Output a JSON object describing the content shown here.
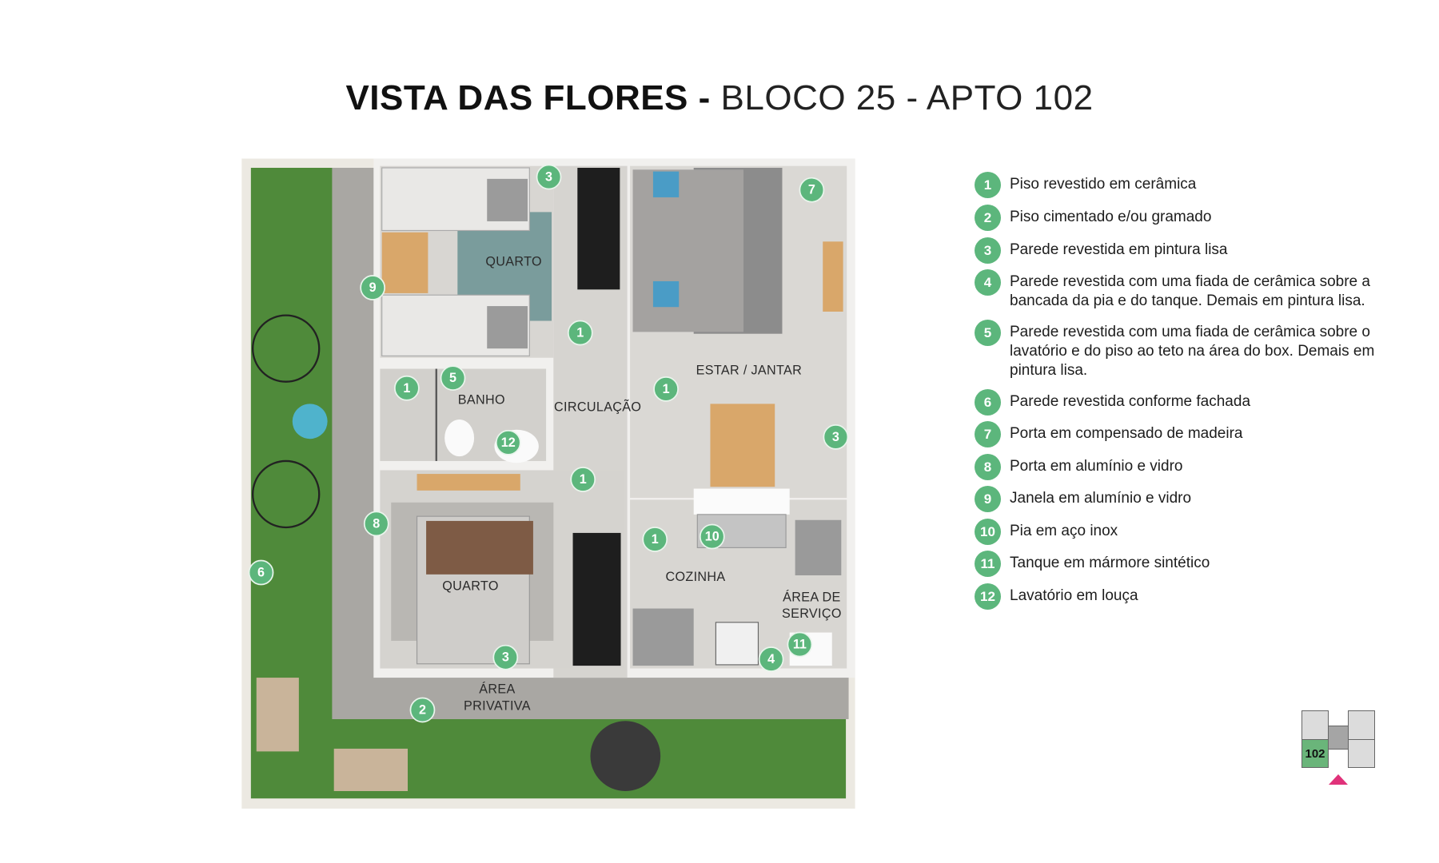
{
  "title": {
    "bold": "VISTA DAS FLORES -",
    "light": " BLOCO 25 - APTO 102"
  },
  "rooms": {
    "quarto_1": "QUARTO",
    "banho": "BANHO",
    "circulacao": "CIRCULAÇÃO",
    "estar_jantar": "ESTAR / JANTAR",
    "quarto_2": "QUARTO",
    "cozinha": "COZINHA",
    "area_servico_1": "ÁREA DE",
    "area_servico_2": "SERVIÇO",
    "area_privativa_1": "ÁREA",
    "area_privativa_2": "PRIVATIVA"
  },
  "markers": [
    "1",
    "2",
    "3",
    "4",
    "5",
    "6",
    "7",
    "8",
    "9",
    "10",
    "11",
    "12"
  ],
  "legend": [
    {
      "n": "1",
      "text": "Piso revestido em cerâmica"
    },
    {
      "n": "2",
      "text": "Piso cimentado e/ou gramado"
    },
    {
      "n": "3",
      "text": "Parede revestida em pintura lisa"
    },
    {
      "n": "4",
      "text": "Parede revestida com uma fiada de cerâmica sobre a bancada da pia e do tanque. Demais em pintura lisa."
    },
    {
      "n": "5",
      "text": "Parede revestida com uma fiada de cerâmica sobre o lavatório e do piso ao teto na área do box. Demais em pintura lisa."
    },
    {
      "n": "6",
      "text": "Parede revestida conforme fachada"
    },
    {
      "n": "7",
      "text": "Porta em compensado de madeira"
    },
    {
      "n": "8",
      "text": "Porta em alumínio e vidro"
    },
    {
      "n": "9",
      "text": "Janela em alumínio e vidro"
    },
    {
      "n": "10",
      "text": "Pia em aço inox"
    },
    {
      "n": "11",
      "text": "Tanque em mármore sintético"
    },
    {
      "n": "12",
      "text": "Lavatório em louça"
    }
  ],
  "key_plan": {
    "unit": "102"
  },
  "colors": {
    "marker_green": "#5cb67c",
    "key_unit_green": "#6ab57a",
    "key_pointer": "#e0327a",
    "grass": "#4f8a3a",
    "floor": "#d9d7d3"
  }
}
